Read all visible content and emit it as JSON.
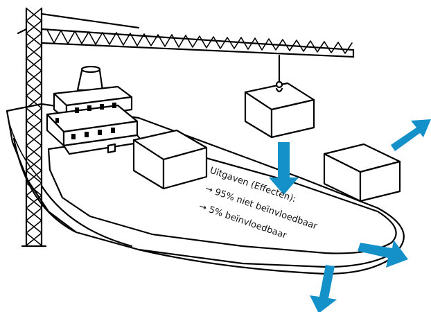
{
  "colors": {
    "arrow": "#1591c9",
    "ink": "#000000",
    "background": "#ffffff"
  },
  "labels": {
    "heading": "Uitgaven (Effecten):",
    "line1": "→  95% niet beïnvloedbaar",
    "line2": "→  5% beïnvloedbaar"
  }
}
